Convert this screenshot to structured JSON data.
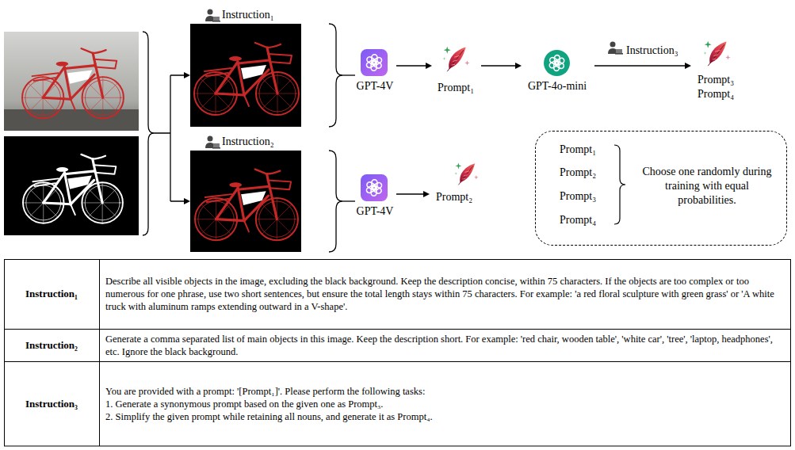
{
  "diagram": {
    "nodes": [
      {
        "text": [
          "Instruction₁"
        ]
      },
      {
        "text": [
          "GPT-4V"
        ]
      },
      {
        "text": [
          "Prompt₁"
        ]
      },
      {
        "text": [
          "GPT-4o-mini"
        ]
      },
      {
        "text": [
          "Prompt₃",
          "Prompt₄"
        ]
      },
      {
        "text": [
          "Instruction₂"
        ]
      },
      {
        "text": [
          "GPT-4V"
        ]
      },
      {
        "text": [
          "Prompt₂"
        ]
      },
      {
        "text": [
          "Prompt₁",
          "Prompt₂",
          "Prompt₃",
          "Prompt₄",
          "Choose one randomly during training with equal probabilities."
        ]
      }
    ],
    "edges": [
      {
        "from": 0,
        "to": 1,
        "arrow": "none"
      },
      {
        "from": 1,
        "to": 2,
        "arrow": "to"
      },
      {
        "from": 2,
        "to": 3,
        "arrow": "to"
      },
      {
        "from": 3,
        "to": 4,
        "label": "Instruction₃",
        "arrow": "to"
      },
      {
        "from": 5,
        "to": 6,
        "arrow": "none"
      },
      {
        "from": 6,
        "to": 7,
        "arrow": "to"
      }
    ],
    "labels": [
      "Instruction₁",
      "Describe all visible objects in the image, excluding the black background. Keep the description concise, within 75 characters. If the objects are too complex or too numerous for one phrase, use two short sentences, but ensure the total length stays within 75 characters. For example: 'a red floral sculpture with green grass' or 'A white truck with aluminum ramps extending outward in a V-shape'.",
      "Instruction₂",
      "Generate a comma separated list of main objects in this image. Keep the description short. For example: 'red chair, wooden table', 'white car', 'tree', 'laptop, headphones', etc. Ignore the black background.",
      "Instruction₃",
      "You are provided with a prompt: '[Prompt₁]'. Please perform the following tasks:",
      "1. Generate a synonymous prompt based on the given one as Prompt₃.",
      "2. Simplify the given prompt while retaining all nouns, and generate it as Prompt₄."
    ]
  }
}
